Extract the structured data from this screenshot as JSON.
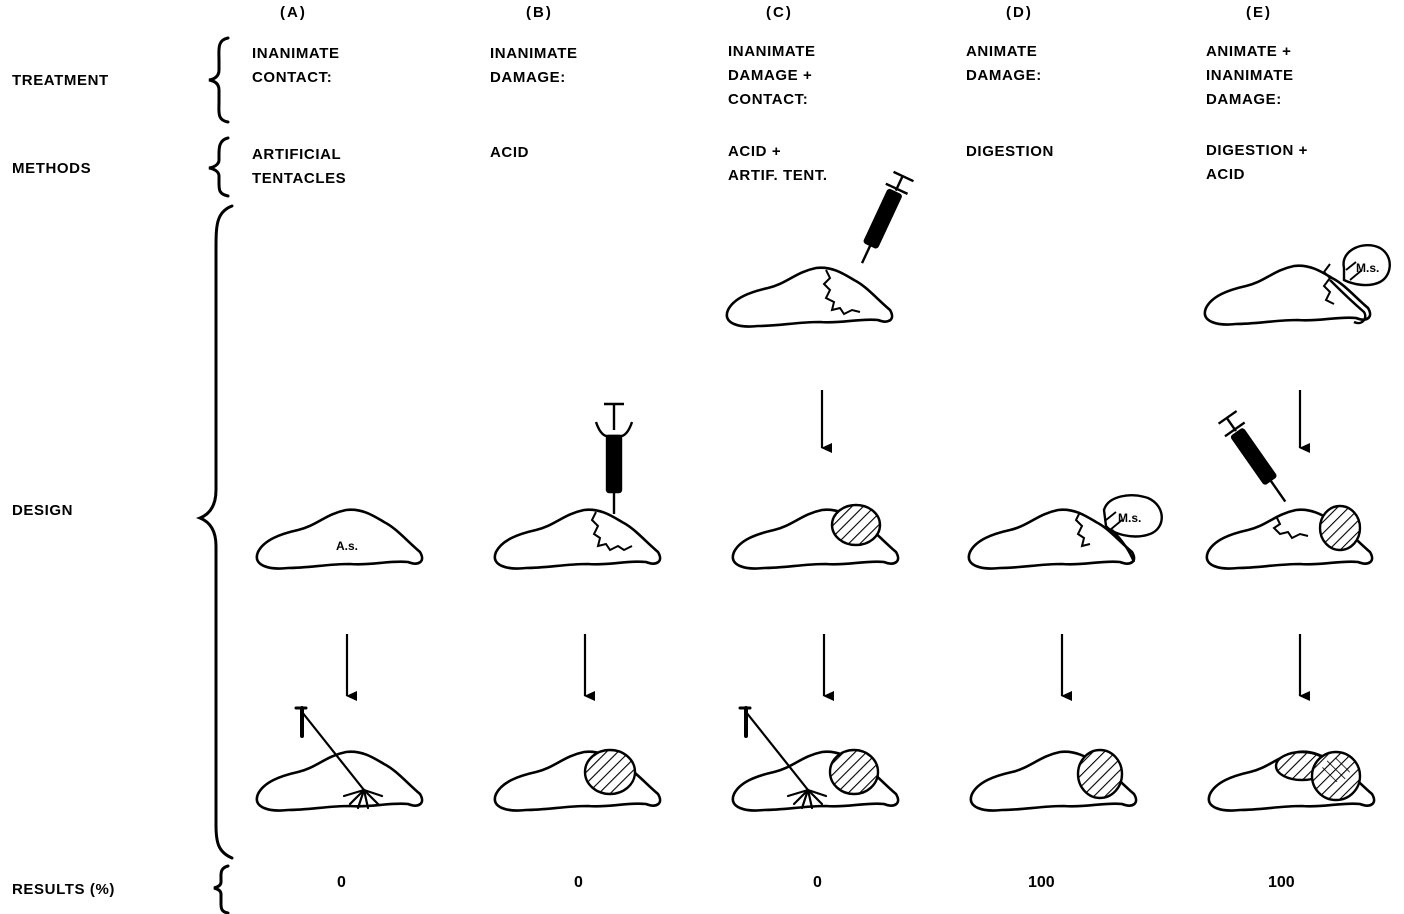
{
  "row_labels": {
    "treatment": "TREATMENT",
    "methods": "METHODS",
    "design": "DESIGN",
    "results": "RESULTS (%)"
  },
  "columns": [
    {
      "header": "(A)",
      "treatment": [
        "INANIMATE",
        "CONTACT:"
      ],
      "methods": [
        "ARTIFICIAL",
        "TENTACLES"
      ],
      "result": "0"
    },
    {
      "header": "(B)",
      "treatment": [
        "INANIMATE",
        "DAMAGE:"
      ],
      "methods": [
        "ACID"
      ],
      "result": "0"
    },
    {
      "header": "(C)",
      "treatment": [
        "INANIMATE",
        "DAMAGE +",
        "CONTACT:"
      ],
      "methods": [
        "ACID +",
        "ARTIF. TENT."
      ],
      "result": "0"
    },
    {
      "header": "(D)",
      "treatment": [
        "ANIMATE",
        "DAMAGE:"
      ],
      "methods": [
        "DIGESTION"
      ],
      "result": "100"
    },
    {
      "header": "(E)",
      "treatment": [
        "ANIMATE +",
        "INANIMATE",
        "DAMAGE:"
      ],
      "methods": [
        "DIGESTION +",
        "ACID"
      ],
      "result": "100"
    }
  ],
  "figure_labels": {
    "anemone": "A.s.",
    "mollusc": "M.s."
  }
}
